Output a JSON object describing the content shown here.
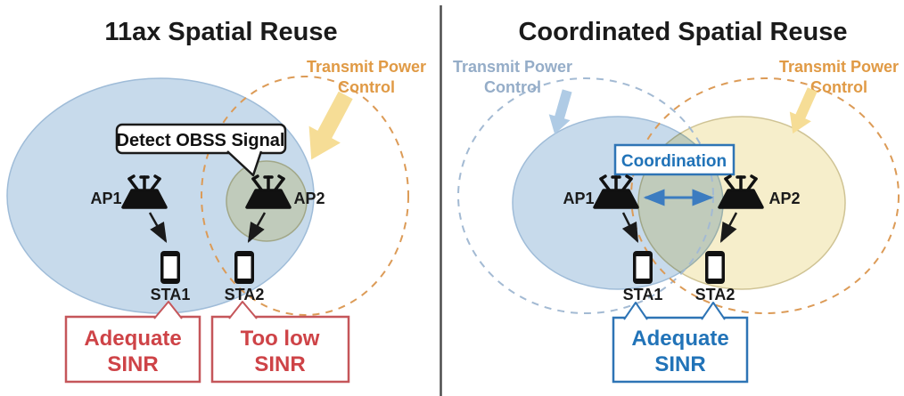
{
  "left_panel": {
    "title": "11ax Spatial Reuse",
    "transmit_power_control": {
      "line1": "Transmit Power",
      "line2": "Control"
    },
    "detect_callout": "Detect OBSS Signal",
    "ap1_label": "AP1",
    "ap2_label": "AP2",
    "sta1_label": "STA1",
    "sta2_label": "STA2",
    "sta1_callout": {
      "line1": "Adequate",
      "line2": "SINR"
    },
    "sta2_callout": {
      "line1": "Too low",
      "line2": "SINR"
    }
  },
  "right_panel": {
    "title": "Coordinated Spatial Reuse",
    "transmit_power_control_left": {
      "line1": "Transmit Power",
      "line2": "Control"
    },
    "transmit_power_control_right": {
      "line1": "Transmit Power",
      "line2": "Control"
    },
    "coordination_label": "Coordination",
    "ap1_label": "AP1",
    "ap2_label": "AP2",
    "sta1_label": "STA1",
    "sta2_label": "STA2",
    "sta_callout": {
      "line1": "Adequate",
      "line2": "SINR"
    }
  },
  "icons": {
    "ap": "wifi-router-icon",
    "sta": "smartphone-icon",
    "tpc_arrow": "block-down-arrow-icon",
    "coordination_arrow": "double-headed-arrow-icon"
  },
  "colors": {
    "coverage_blue_fill": "#C7DAEB",
    "coverage_blue_border": "#9FBCD8",
    "coverage_yellow_fill": "#F6EECB",
    "coverage_yellow_border": "#CFC394",
    "dashed_orange": "#DC9B57",
    "dashed_blue": "#A3BAD3",
    "tpc_orange_text": "#E09A45",
    "tpc_blue_text": "#95ADC8",
    "sinr_red_text": "#CE4347",
    "sinr_red_border": "#C5565A",
    "coordination_blue": "#2E74B5",
    "arrow_yellow": "#F6DD96",
    "arrow_light_blue": "#AFCBE5",
    "link_arrow_blue": "#3C7CC0",
    "divider_gray": "#4d4d4d"
  }
}
